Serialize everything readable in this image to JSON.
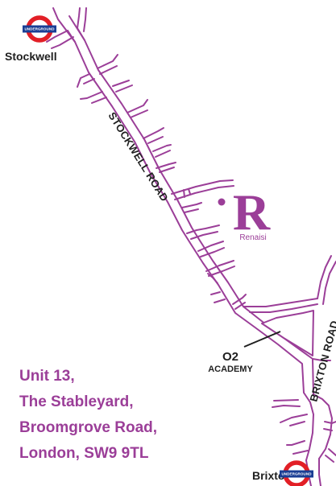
{
  "colors": {
    "road": "#9b3e98",
    "address_text": "#9b3e98",
    "logo": "#9b3e98",
    "labels": "#1f1f1f",
    "underground_ring": "#e21f26",
    "underground_bar": "#1a3e94"
  },
  "stations": {
    "stockwell": {
      "name": "Stockwell",
      "icon": "underground-roundel-icon",
      "roundel_text": "UNDERGROUND"
    },
    "brixton": {
      "name": "Brixton",
      "icon": "underground-roundel-icon",
      "roundel_text": "UNDERGROUND"
    }
  },
  "roads": {
    "stockwell_road": "STOCKWELL ROAD",
    "brixton_road": "BRIXTON ROAD"
  },
  "venue": {
    "name": "O2",
    "subtitle": "ACADEMY"
  },
  "logo": {
    "letter": "R",
    "name": "Renaisi"
  },
  "address": {
    "lines": [
      "Unit 13,",
      "The Stableyard,",
      "Broomgrove Road,",
      "London, SW9 9TL"
    ]
  }
}
